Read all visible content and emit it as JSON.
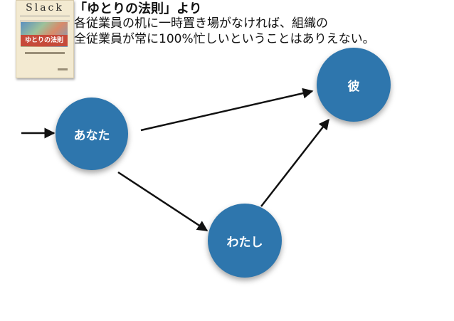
{
  "book": {
    "cover_title": "Slack",
    "cover_band_text": "ゆとりの法則"
  },
  "quote": {
    "title": "「ゆとりの法則」より",
    "lines": [
      "各従業員の机に一時置き場がなければ、組織の",
      "全従業員が常に100%忙しいということはありえない。"
    ]
  },
  "diagram": {
    "nodes": {
      "anata": "あなた",
      "kare": "彼",
      "watashi": "わたし"
    },
    "edges": [
      {
        "from": "input",
        "to": "anata"
      },
      {
        "from": "anata",
        "to": "kare"
      },
      {
        "from": "anata",
        "to": "watashi"
      },
      {
        "from": "watashi",
        "to": "kare"
      }
    ],
    "node_color": "#2e76ad",
    "arrow_color": "#111111"
  }
}
